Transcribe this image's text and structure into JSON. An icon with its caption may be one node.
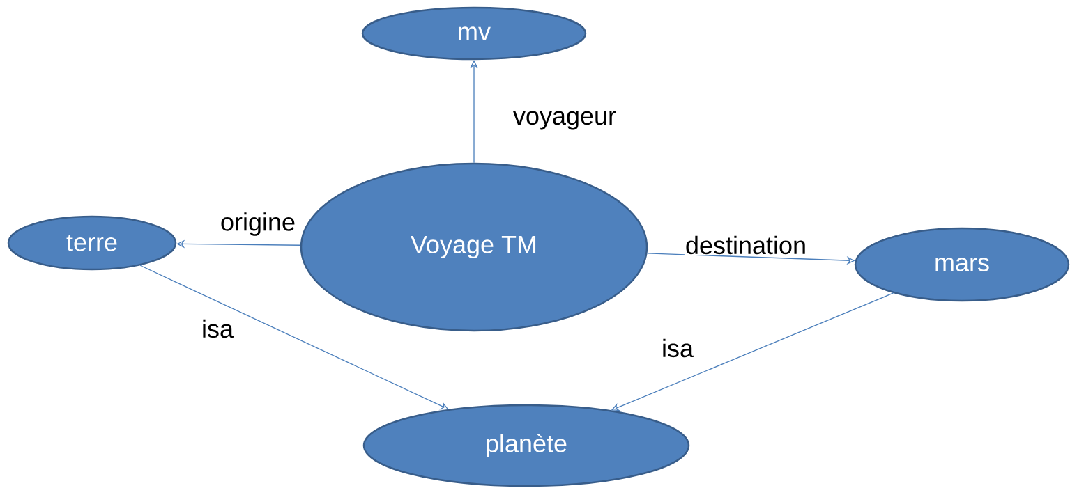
{
  "diagram": {
    "nodes": [
      {
        "text": [
          "mv"
        ]
      },
      {
        "text": [
          "Voyage TM"
        ]
      },
      {
        "text": [
          "terre"
        ]
      },
      {
        "text": [
          "mars"
        ]
      },
      {
        "text": [
          "planète"
        ]
      }
    ],
    "edges": [
      {
        "from": 1,
        "to": 0,
        "arrow": "to",
        "label": "voyageur"
      },
      {
        "from": 1,
        "to": 2,
        "arrow": "to",
        "label": "origine"
      },
      {
        "from": 1,
        "to": 3,
        "arrow": "to",
        "label": "destination"
      },
      {
        "from": 2,
        "to": 4,
        "arrow": "to",
        "label": "isa"
      },
      {
        "from": 3,
        "to": 4,
        "arrow": "to",
        "label": "isa"
      }
    ]
  }
}
